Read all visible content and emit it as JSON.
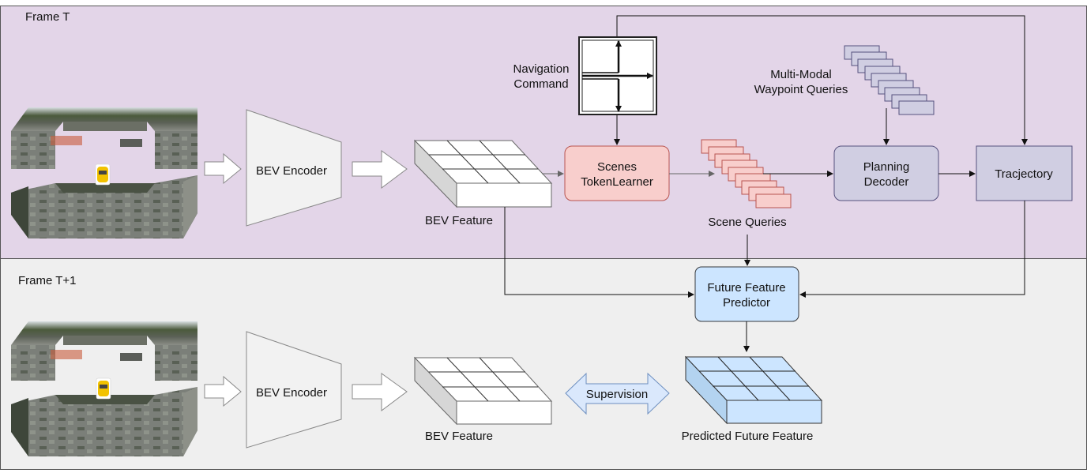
{
  "frames": {
    "top_label": "Frame T",
    "bottom_label": "Frame T+1"
  },
  "nodes": {
    "bev_encoder": "BEV Encoder",
    "bev_feature": "BEV Feature",
    "nav_command_line1": "Navigation",
    "nav_command_line2": "Command",
    "scenes_token_line1": "Scenes",
    "scenes_token_line2": "TokenLearner",
    "scene_queries": "Scene Queries",
    "waypoint_line1": "Multi-Modal",
    "waypoint_line2": "Waypoint Queries",
    "planning_line1": "Planning",
    "planning_line2": "Decoder",
    "trajectory": "Tracjectory",
    "ffp_line1": "Future Feature",
    "ffp_line2": "Predictor",
    "supervision": "Supervision",
    "predicted_feature": "Predicted Future Feature"
  },
  "colors": {
    "frame_t_bg": "#e3d5e8",
    "frame_t1_bg": "#efefef",
    "scenes_token_fill": "#f8cecc",
    "scenes_token_stroke": "#b85450",
    "planning_fill": "#d0cee2",
    "planning_stroke": "#56517e",
    "ffp_fill": "#cce5ff",
    "ffp_stroke": "#36393d",
    "predicted_top": "#cce5ff",
    "supervision_fill": "#dae8fc",
    "supervision_stroke": "#6c8ebf"
  }
}
